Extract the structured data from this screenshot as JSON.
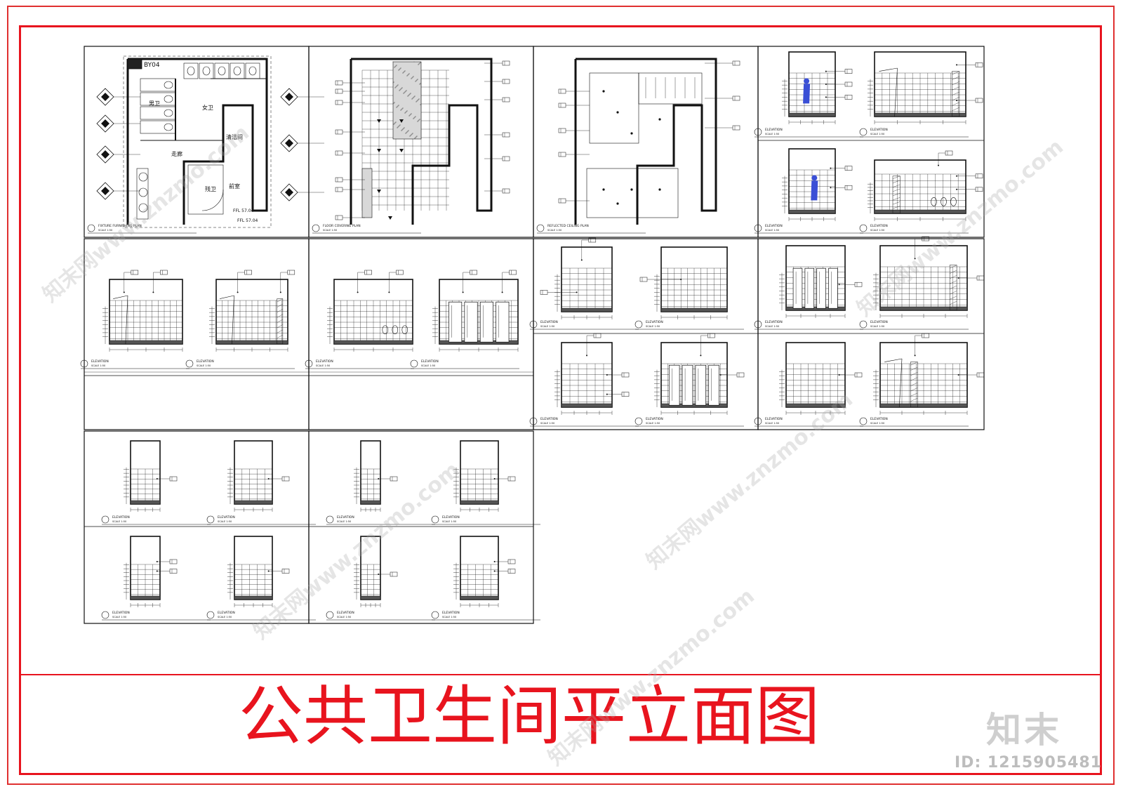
{
  "title": "公共卫生间平立面图",
  "brand": "知末",
  "id_label": "ID: 1215905481",
  "watermark": "知末网www.znzmo.com",
  "colors": {
    "frame": "#e8141e",
    "ink": "#111111",
    "figure": "#3a4fd6",
    "watermark": "#b0b0b0"
  },
  "plan1": {
    "caption": "FIXTURE FURNISHING PLAN",
    "code": "BY04",
    "rooms": [
      "男卫",
      "女卫",
      "走廊",
      "残卫",
      "清洁间",
      "前室"
    ],
    "level_marks": [
      "FFL 57.04",
      "FFL 57.04"
    ]
  },
  "plan2": {
    "caption": "FLOOR COVERING PLAN"
  },
  "plan3": {
    "caption": "REFLECTED CEILING PLAN"
  },
  "elevation_label": "ELEVATION",
  "scale_label": "SCALE 1:50"
}
